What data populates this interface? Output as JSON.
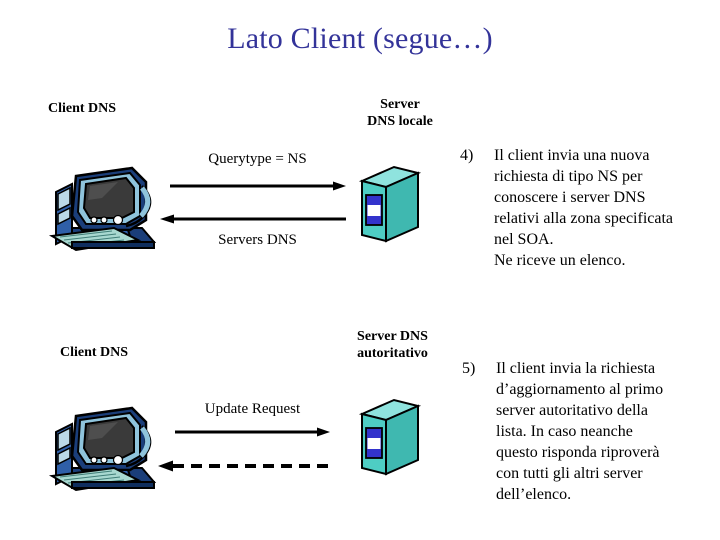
{
  "slide": {
    "title": "Lato Client (segue…)",
    "title_color": "#333399",
    "background": "#ffffff"
  },
  "diagram": {
    "top": {
      "client_label": "Client DNS",
      "server_label": "Server\nDNS locale",
      "request_label": "Querytype = NS",
      "response_label": "Servers DNS",
      "request_arrow": "arrow-right-solid",
      "response_arrow": "arrow-left-solid"
    },
    "bottom": {
      "client_label": "Client DNS",
      "server_label": "Server DNS\nautoritativo",
      "request_label": "Update Request",
      "response_label": "",
      "request_arrow": "arrow-right-solid",
      "response_arrow": "arrow-left-dashed"
    },
    "icons": {
      "computer": "desktop-computer-icon",
      "server": "server-tower-icon"
    },
    "colors": {
      "server_front": "#4ECDC4",
      "server_side": "#3FB8B0",
      "server_top": "#8FE3DE",
      "server_slot_frame": "#3333CC",
      "server_slot_band": "#FFFFFF",
      "monitor_bezel": "#8FC4DC",
      "monitor_screen": "#3A3A3A",
      "tower_body": "#2F5FA8",
      "keyboard": "#A8D8D0",
      "outline": "#000000"
    }
  },
  "steps": [
    {
      "number": "4)",
      "text": "Il client invia una nuova\nrichiesta di tipo NS per\nconoscere i server DNS\nrelativi alla zona specificata\nnel SOA.\nNe riceve un elenco."
    },
    {
      "number": "5)",
      "text": "Il client invia la richiesta\nd’aggiornamento al primo\nserver autoritativo della\nlista. In caso neanche\nquesto risponda riproverà\ncon tutti gli altri server\ndell’elenco."
    }
  ]
}
